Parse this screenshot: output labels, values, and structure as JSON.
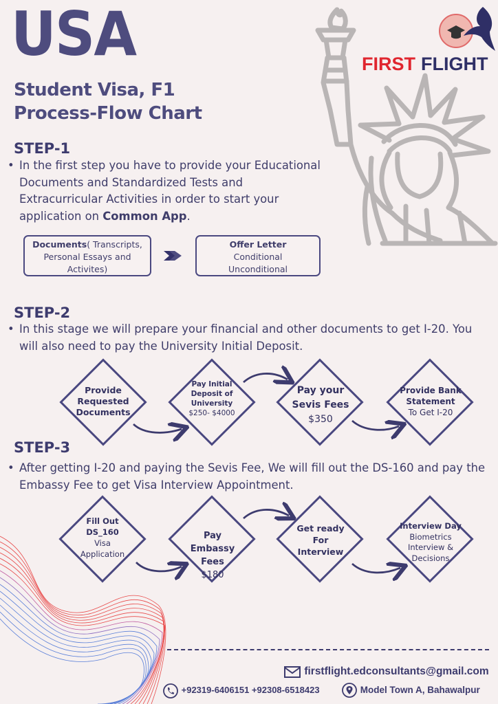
{
  "header": {
    "title": "USA",
    "subtitle_line1": "Student Visa, F1",
    "subtitle_line2": "Process-Flow Chart",
    "brand_word1": "FIRST",
    "brand_word2": "FLIGHT"
  },
  "step1": {
    "label": "STEP-1",
    "text": "In the first step you have to provide your Educational Documents and Standardized Tests and Extracurricular Activities in order to start your application on",
    "text_bold": "Common App",
    "text_end": ".",
    "box1_bold": "Documents",
    "box1_text": "( Transcripts, Personal Essays and Activites)",
    "box2_bold": "Offer Letter",
    "box2_line2": "Conditional",
    "box2_line3": "Unconditional"
  },
  "step2": {
    "label": "STEP-2",
    "text": "In this stage we will prepare your financial and other documents to get I-20. You will also need to pay the University Initial Deposit.",
    "d1": "Provide Requested Documents",
    "d2_bold": "Pay Initial Deposit of University",
    "d2_text": "$250- $4000",
    "d3_bold": "Pay your Sevis Fees",
    "d3_text": "$350",
    "d4_bold": "Provide Bank Statement",
    "d4_text": "To Get I-20"
  },
  "step3": {
    "label": "STEP-3",
    "text": "After getting I-20 and paying the Sevis Fee, We will fill out the DS-160 and pay the Embassy Fee to get Visa Interview Appointment.",
    "d1_bold": "Fill Out DS_160",
    "d1_text": "Visa Application",
    "d2_bold": "Pay Embassy Fees",
    "d2_text": "$180",
    "d3_bold": "Get ready For Interview",
    "d4_bold": "Interview Day",
    "d4_text": "Biometrics Interview & Decisions"
  },
  "footer": {
    "email": "firstflight.edconsultants@gmail.com",
    "phones": "+92319-6406151  +92308-6518423",
    "address": "Model Town A, Bahawalpur"
  },
  "colors": {
    "primary": "#4e4c7e",
    "brand_red": "#e0262f",
    "wave_red": "#e84a4a",
    "wave_blue": "#5a7fd8",
    "background": "#f6f0f0"
  }
}
